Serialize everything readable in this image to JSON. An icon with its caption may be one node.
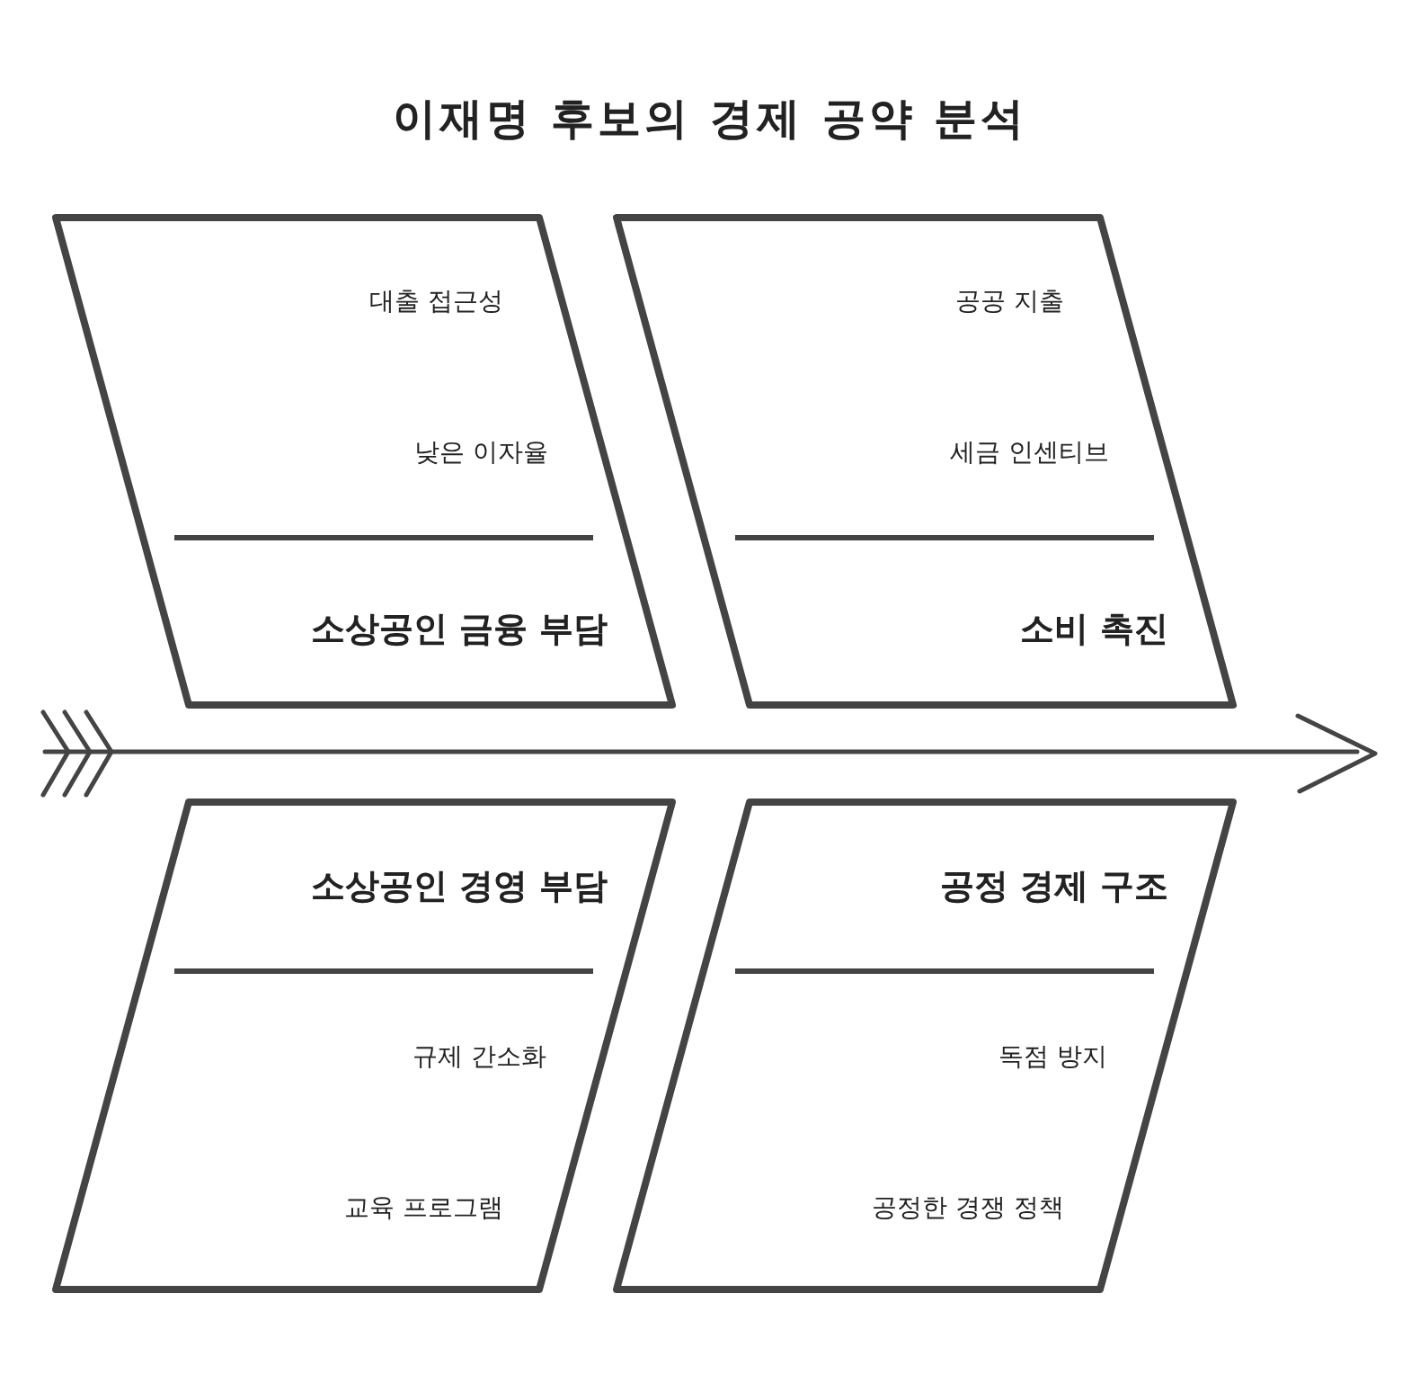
{
  "diagram": {
    "title": "이재명 후보의 경제 공약 분석",
    "nodes": [
      {
        "text": [
          "대출 접근성",
          "낮은 이자율",
          "소상공인 금융 부담"
        ]
      },
      {
        "text": [
          "공공 지출",
          "세금 인센티브",
          "소비 촉진"
        ]
      },
      {
        "text": [
          "소상공인 경영 부담",
          "규제 간소화",
          "교육 프로그램"
        ]
      },
      {
        "text": [
          "공정 경제 구조",
          "독점 방지",
          "공정한 경쟁 정책"
        ]
      }
    ]
  }
}
